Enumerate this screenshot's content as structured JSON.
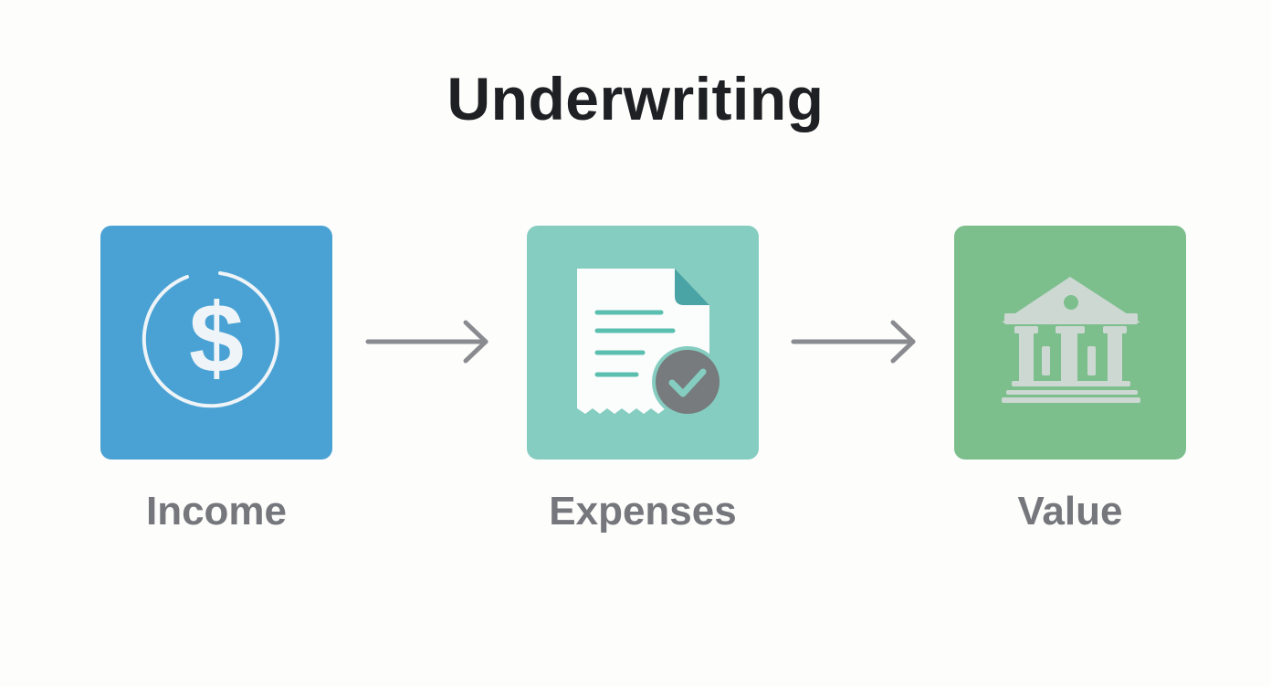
{
  "title": "Underwriting",
  "steps": [
    {
      "label": "Income",
      "icon": "dollar-circle-icon",
      "color": "#4aa2d4"
    },
    {
      "label": "Expenses",
      "icon": "document-check-icon",
      "color": "#85cdc0"
    },
    {
      "label": "Value",
      "icon": "bank-building-icon",
      "color": "#7cbf8d"
    }
  ],
  "connectors": [
    "arrow-right-icon",
    "arrow-right-icon"
  ],
  "colors": {
    "background": "#fdfdfc",
    "title_text": "#1f2024",
    "label_text": "#76777c",
    "arrow": "#8a8b90",
    "icon_light": "#f2f5f7",
    "check_badge": "#777b7d",
    "check_mark": "#85cdc0"
  }
}
